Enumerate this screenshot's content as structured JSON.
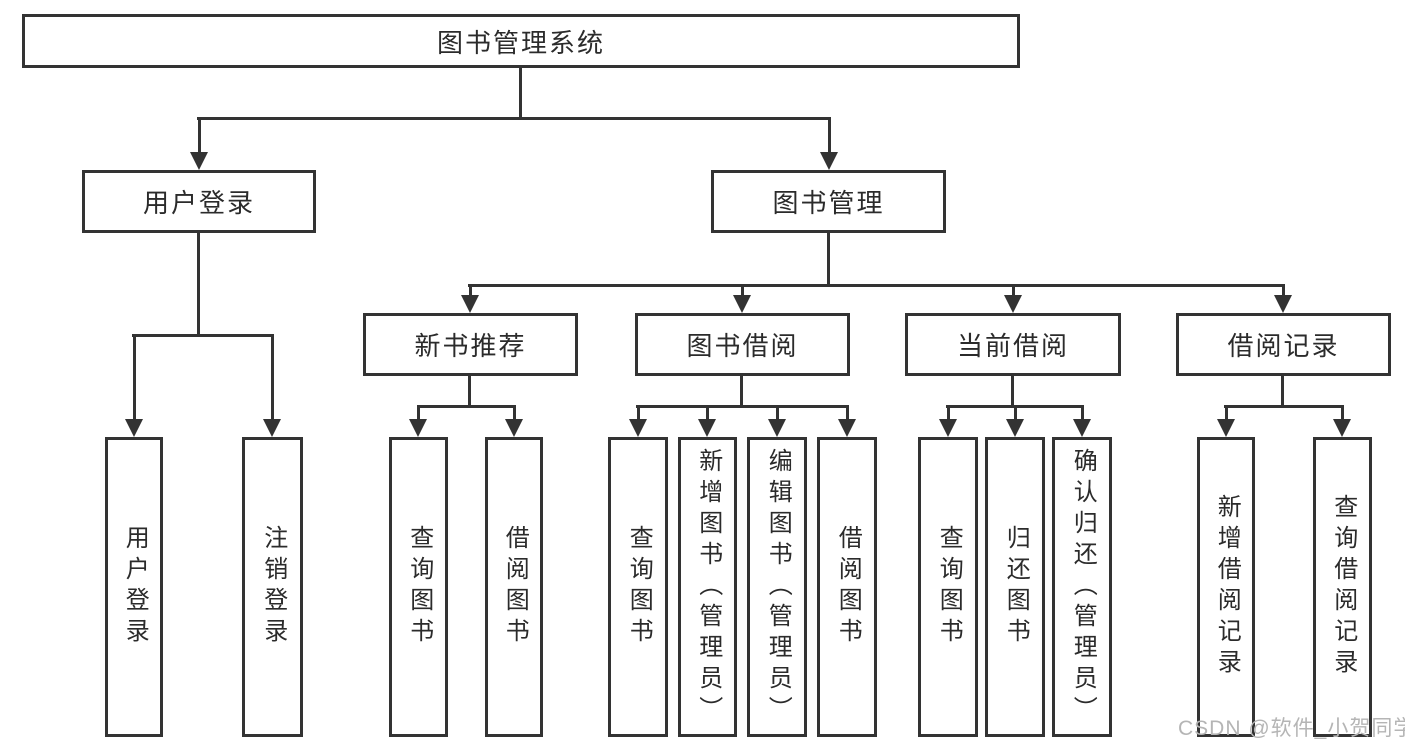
{
  "diagram": {
    "root": {
      "label": "图书管理系统"
    },
    "branches": [
      {
        "label": "用户登录",
        "children": [
          {
            "label": "用户登录"
          },
          {
            "label": "注销登录"
          }
        ]
      },
      {
        "label": "图书管理",
        "children": [
          {
            "label": "新书推荐",
            "children": [
              {
                "label": "查询图书"
              },
              {
                "label": "借阅图书"
              }
            ]
          },
          {
            "label": "图书借阅",
            "children": [
              {
                "label": "查询图书"
              },
              {
                "label": "新增图书（管理员）"
              },
              {
                "label": "编辑图书（管理员）"
              },
              {
                "label": "借阅图书"
              }
            ]
          },
          {
            "label": "当前借阅",
            "children": [
              {
                "label": "查询图书"
              },
              {
                "label": "归还图书"
              },
              {
                "label": "确认归还（管理员）"
              }
            ]
          },
          {
            "label": "借阅记录",
            "children": [
              {
                "label": "新增借阅记录"
              },
              {
                "label": "查询借阅记录"
              }
            ]
          }
        ]
      }
    ]
  },
  "watermark": {
    "text": "CSDN @软件_小贺同学"
  },
  "colors": {
    "line": "#333333",
    "node_border": "#333333",
    "text": "#2b2b2b",
    "watermark": "#b5b5b5",
    "background": "#ffffff"
  }
}
